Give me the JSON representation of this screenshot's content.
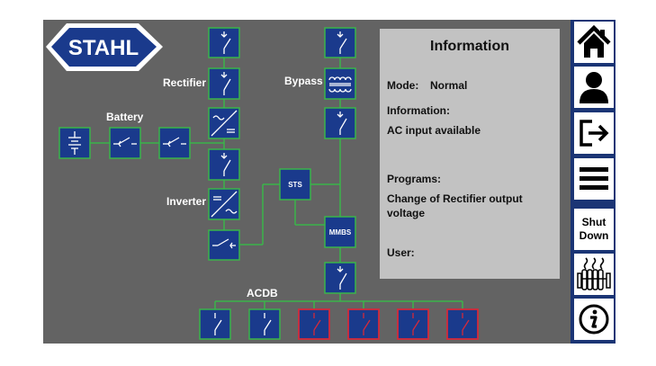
{
  "brand": {
    "logo_text": "STAHL"
  },
  "labels": {
    "rectifier": "Rectifier",
    "bypass": "Bypass",
    "battery": "Battery",
    "inverter": "Inverter",
    "acdb": "ACDB"
  },
  "blocks": {
    "sts": "STS",
    "mmbs": "MMBS"
  },
  "info": {
    "title": "Information",
    "mode_label": "Mode:",
    "mode_value": "Normal",
    "information_label": "Information:",
    "information_value": "AC input available",
    "programs_label": "Programs:",
    "programs_value_line1": "Change of Rectifier output",
    "programs_value_line2": "voltage",
    "user_label": "User:"
  },
  "nav": {
    "shutdown_line1": "Shut",
    "shutdown_line2": "Down"
  },
  "colors": {
    "panel": "#636363",
    "component": "#1a3a8c",
    "line": "#3bb54a",
    "fault": "#d42a3a",
    "nav": "#1b3575",
    "info_bg": "#c2c2c2"
  },
  "acdb_breakers": [
    {
      "state": "normal"
    },
    {
      "state": "normal"
    },
    {
      "state": "fault"
    },
    {
      "state": "fault"
    },
    {
      "state": "fault"
    },
    {
      "state": "fault"
    }
  ]
}
